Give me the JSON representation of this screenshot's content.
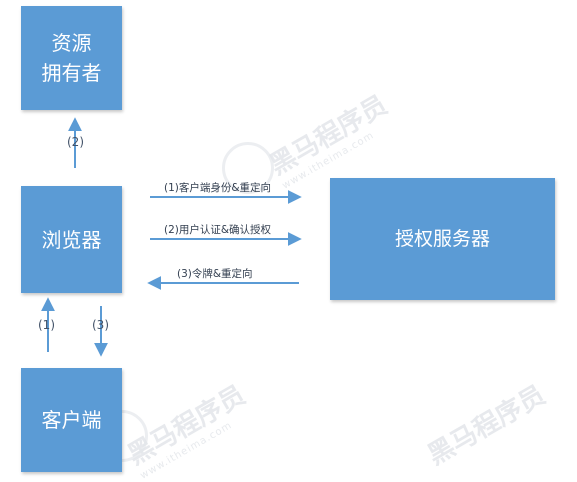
{
  "nodes": {
    "resource_owner": "资源\n拥有者",
    "browser": "浏览器",
    "client": "客户端",
    "auth_server": "授权服务器"
  },
  "edges": {
    "step1": "(1)",
    "step2": "(2)",
    "step3": "(3)",
    "client_identity_redirect": "(1)客户端身份&重定向",
    "user_auth_confirm": "(2)用户认证&确认授权",
    "token_redirect": "(3)令牌&重定向"
  },
  "watermark": {
    "brand": "黑马程序员",
    "site": "www.itheima.com"
  },
  "colors": {
    "box_fill": "#5b9bd5",
    "box_text": "#ffffff",
    "arrow": "#5b9bd5"
  }
}
